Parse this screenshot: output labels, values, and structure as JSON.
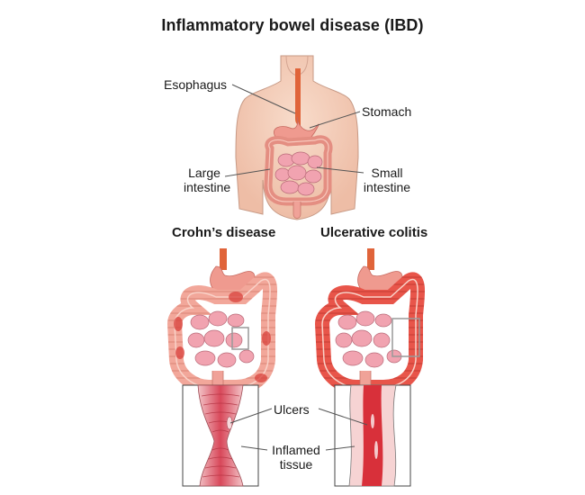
{
  "title": "Inflammatory bowel disease (IBD)",
  "anatomy_labels": {
    "esophagus": "Esophagus",
    "stomach": "Stomach",
    "large_intestine_1": "Large",
    "large_intestine_2": "intestine",
    "small_intestine_1": "Small",
    "small_intestine_2": "intestine"
  },
  "panels": {
    "crohns": {
      "title": "Crohn’s disease"
    },
    "uc": {
      "title": "Ulcerative colitis"
    }
  },
  "detail_labels": {
    "ulcers": "Ulcers",
    "inflamed_1": "Inflamed",
    "inflamed_2": "tissue"
  },
  "colors": {
    "skin": "#f4cdb8",
    "skin_outline": "#c79a86",
    "esophagus": "#e0643a",
    "stomach": "#ef9a8f",
    "colon_normal": "#f2a79a",
    "colon_inflamed": "#e8554a",
    "small_intestine": "#f1a3b0",
    "leader_line": "#555555",
    "zoom_box": "#999999"
  }
}
